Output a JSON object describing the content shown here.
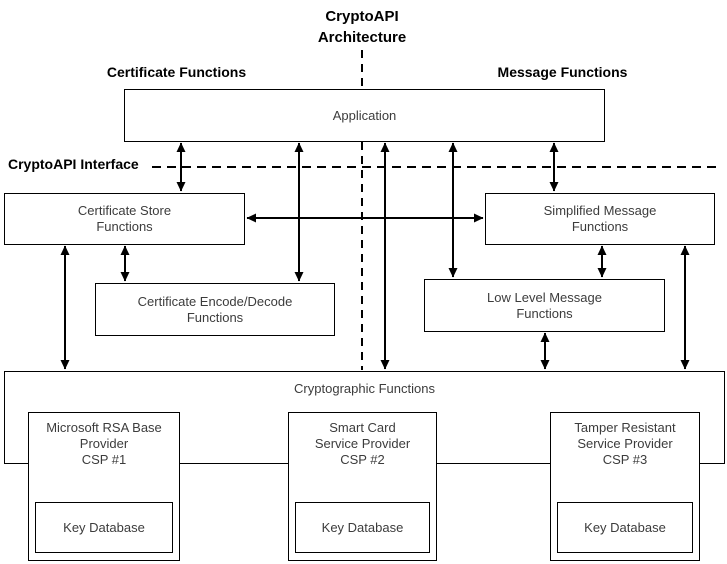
{
  "diagram": {
    "title_line1": "CryptoAPI",
    "title_line2": "Architecture",
    "section_certificate": "Certificate Functions",
    "section_message": "Message Functions",
    "interface_label": "CryptoAPI Interface"
  },
  "nodes": {
    "application": {
      "label": "Application"
    },
    "certificate_store": {
      "line1": "Certificate Store",
      "line2": "Functions"
    },
    "simplified_message": {
      "line1": "Simplified Message",
      "line2": "Functions"
    },
    "certificate_encode_decode": {
      "line1": "Certificate Encode/Decode",
      "line2": "Functions"
    },
    "low_level_message": {
      "line1": "Low Level Message",
      "line2": "Functions"
    },
    "cryptographic_functions": {
      "label": "Cryptographic Functions"
    },
    "providers": [
      {
        "line1": "Microsoft RSA Base",
        "line2": "Provider",
        "line3": "CSP #1",
        "key_database": "Key Database"
      },
      {
        "line1": "Smart Card",
        "line2": "Service Provider",
        "line3": "CSP #2",
        "key_database": "Key Database"
      },
      {
        "line1": "Tamper Resistant",
        "line2": "Service Provider",
        "line3": "CSP #3",
        "key_database": "Key Database"
      }
    ]
  },
  "colors": {
    "line": "#000000",
    "box_border": "#000000",
    "background": "#ffffff",
    "heading_text": "#000000",
    "box_text": "#3c3c3c"
  }
}
